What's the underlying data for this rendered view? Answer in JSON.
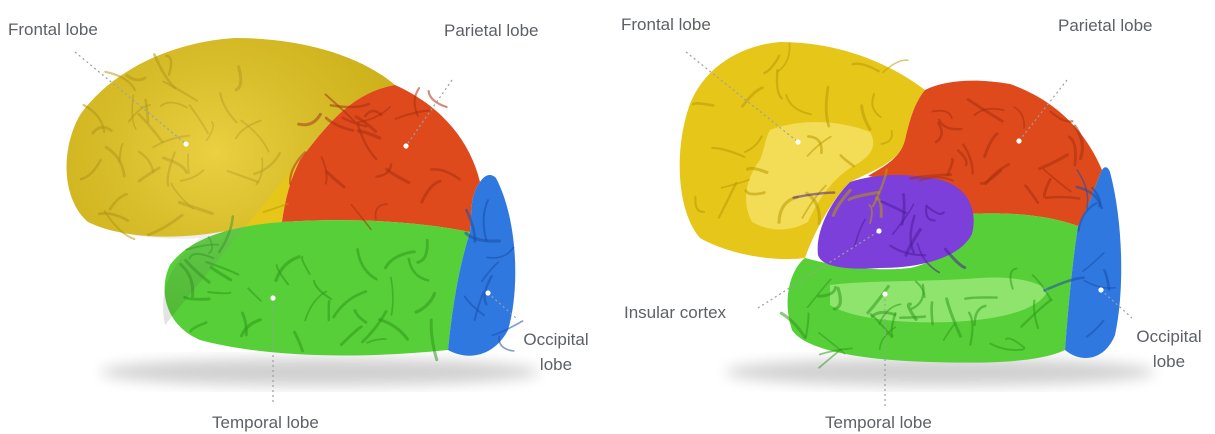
{
  "diagrams": {
    "left": {
      "labels": {
        "frontal": "Frontal lobe",
        "parietal": "Parietal lobe",
        "temporal": "Temporal lobe",
        "occipital_line1": "Occipital",
        "occipital_line2": "lobe"
      }
    },
    "right": {
      "labels": {
        "frontal": "Frontal lobe",
        "parietal": "Parietal lobe",
        "insular": "Insular cortex",
        "temporal": "Temporal lobe",
        "occipital_line1": "Occipital",
        "occipital_line2": "lobe"
      }
    }
  },
  "colors": {
    "frontal": "#e6c619",
    "frontal_dark": "#b89a08",
    "frontal_light": "#f3dc56",
    "parietal": "#df4a1d",
    "parietal_dark": "#a8300d",
    "temporal": "#57cf38",
    "temporal_dark": "#2f9a1c",
    "temporal_light": "#8ee46d",
    "occipital": "#2f78e0",
    "occipital_dark": "#1a4fa8",
    "insular": "#7d3fd9",
    "insular_dark": "#4f1e9c",
    "leader": "#9aa0a6",
    "label_text": "#5d6166"
  }
}
